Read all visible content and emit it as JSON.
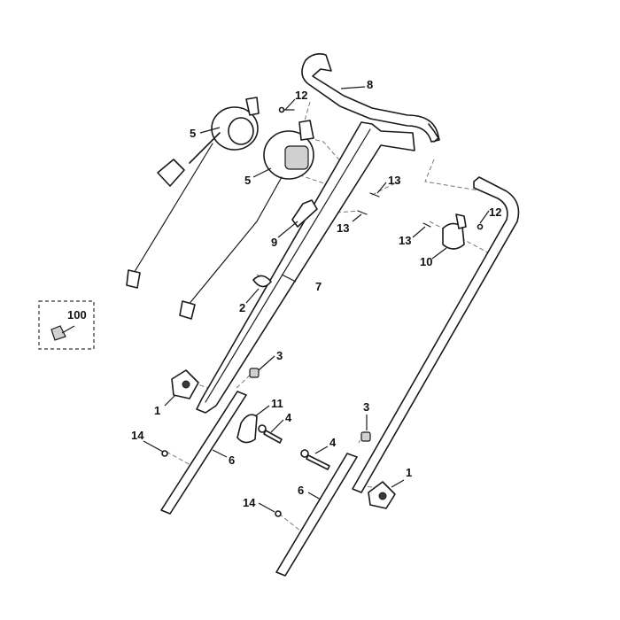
{
  "callouts": {
    "c1a": "1",
    "c1b": "1",
    "c2": "2",
    "c3a": "3",
    "c3b": "3",
    "c4a": "4",
    "c4b": "4",
    "c5a": "5",
    "c5b": "5",
    "c6a": "6",
    "c6b": "6",
    "c7": "7",
    "c8": "8",
    "c9": "9",
    "c10": "10",
    "c11": "11",
    "c12a": "12",
    "c12b": "12",
    "c13a": "13",
    "c13b": "13",
    "c13c": "13",
    "c14a": "14",
    "c14b": "14",
    "c100": "100"
  }
}
